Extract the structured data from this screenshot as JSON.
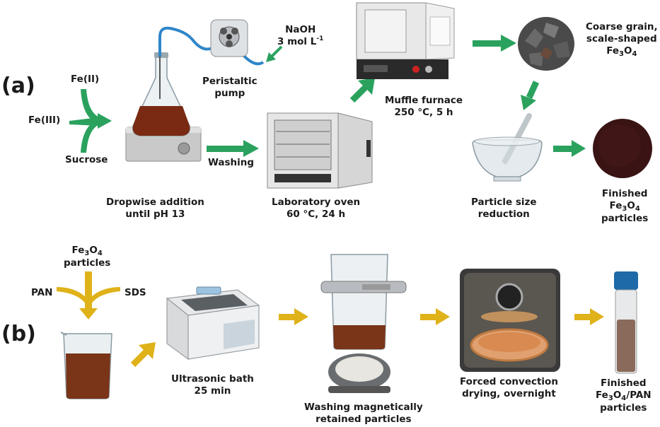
{
  "panels": {
    "a": "(a)",
    "b": "(b)"
  },
  "colors": {
    "green_arrow": "#2aa25e",
    "yellow_arrow": "#e0b21a",
    "tube_blue": "#2f86c9"
  },
  "row_a": {
    "reagents": {
      "fe2": "Fe(II)",
      "fe3": "Fe(III)",
      "sucrose": "Sucrose"
    },
    "naoh": {
      "line1": "NaOH",
      "line2": "3 mol L",
      "exp": "-1"
    },
    "pump_label": {
      "line1": "Peristaltic",
      "line2": "pump"
    },
    "flask_label": {
      "line1": "Dropwise addition",
      "line2": "until pH 13"
    },
    "washing": "Washing",
    "oven_label": {
      "line1": "Laboratory oven",
      "line2": "60 °C, 24 h"
    },
    "furnace_label": {
      "line1": "Muffle furnace",
      "line2": "250 °C, 5 h"
    },
    "coarse_label": {
      "line1": "Coarse grain,",
      "line2": "scale-shaped",
      "fe": "Fe",
      "sub3": "3",
      "o": "O",
      "sub4": "4"
    },
    "mortar_label": {
      "line1": "Particle size",
      "line2": "reduction"
    },
    "finished_label": {
      "line1": "Finished",
      "fe": "Fe",
      "sub3": "3",
      "o": "O",
      "sub4": "4",
      "line3": "particles"
    }
  },
  "row_b": {
    "reagents": {
      "fe": "Fe",
      "sub3": "3",
      "o": "O",
      "sub4": "4",
      "particles": "particles",
      "pan": "PAN",
      "sds": "SDS"
    },
    "bath_label": {
      "line1": "Ultrasonic bath",
      "line2": "25 min"
    },
    "washing_label": {
      "line1": "Washing magnetically",
      "line2": "retained particles"
    },
    "drying_label": {
      "line1": "Forced convection",
      "line2": "drying, overnight"
    },
    "finished_label": {
      "line1": "Finished",
      "fe": "Fe",
      "sub3": "3",
      "o": "O",
      "sub4": "4",
      "suffix": "/PAN",
      "line3": "particles"
    }
  }
}
